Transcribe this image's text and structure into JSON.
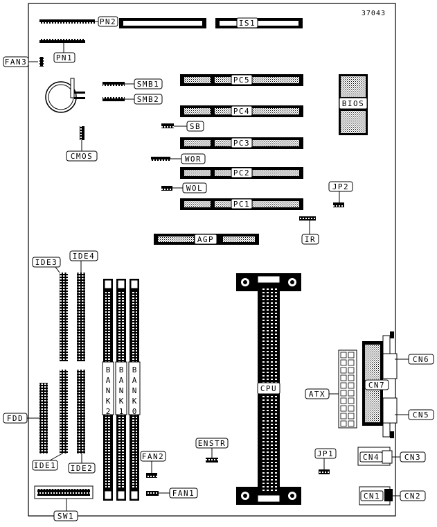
{
  "document_number": "37043",
  "labels": {
    "pn2": "PN2",
    "is1": "IS1",
    "pn1": "PN1",
    "fan3": "FAN3",
    "smb1": "SMB1",
    "smb2": "SMB2",
    "pc5": "PC5",
    "pc4": "PC4",
    "pc3": "PC3",
    "pc2": "PC2",
    "pc1": "PC1",
    "bios": "BIOS",
    "sb": "SB",
    "cmos": "CMOS",
    "wor": "WOR",
    "wol": "WOL",
    "jp2": "JP2",
    "ir": "IR",
    "agp": "AGP",
    "ide3": "IDE3",
    "ide4": "IDE4",
    "ide1": "IDE1",
    "ide2": "IDE2",
    "fdd": "FDD",
    "cpu": "CPU",
    "atx": "ATX",
    "cn6": "CN6",
    "cn7": "CN7",
    "cn5": "CN5",
    "cn4": "CN4",
    "cn3": "CN3",
    "cn1": "CN1",
    "cn2": "CN2",
    "jp1": "JP1",
    "enstr": "ENSTR",
    "fan2": "FAN2",
    "fan1": "FAN1",
    "sw1": "SW1"
  },
  "banks": [
    {
      "chars": [
        "B",
        "A",
        "N",
        "K",
        "2"
      ]
    },
    {
      "chars": [
        "B",
        "A",
        "N",
        "K",
        "1"
      ]
    },
    {
      "chars": [
        "B",
        "A",
        "N",
        "K",
        "0"
      ]
    }
  ]
}
